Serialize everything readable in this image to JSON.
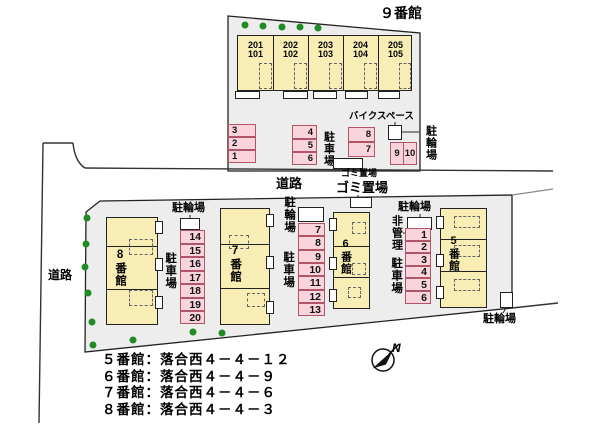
{
  "title": "９番館",
  "labels": {
    "road": "道路",
    "garbage": "ゴミ置場",
    "parking": "駐車場",
    "bicycle": "駐輪場",
    "bike_space": "バイクスペース",
    "non_managed": "非管理",
    "north": "N"
  },
  "building9": {
    "units": [
      {
        "upper": "201",
        "lower": "101"
      },
      {
        "upper": "202",
        "lower": "102"
      },
      {
        "upper": "203",
        "lower": "103"
      },
      {
        "upper": "204",
        "lower": "104"
      },
      {
        "upper": "205",
        "lower": "105"
      }
    ],
    "parking": {
      "col_left": [
        "3",
        "2",
        "1"
      ],
      "col_mid": [
        "4",
        "5",
        "6"
      ],
      "col_right": [
        "8",
        "7"
      ],
      "moto": [
        "9",
        "10"
      ]
    }
  },
  "buildings": {
    "b8": "8番館",
    "b7": "7番館",
    "b6": "6番館",
    "b5": "5番館"
  },
  "lower_parking": {
    "col_b8": [
      "14",
      "15",
      "16",
      "17",
      "18",
      "19",
      "20"
    ],
    "col_b7": [
      "7",
      "8",
      "9",
      "10",
      "11",
      "12",
      "13"
    ],
    "col_b6": [
      "1",
      "2",
      "3",
      "4",
      "5",
      "6"
    ]
  },
  "addresses": [
    "５番館：落合西４－４－１２",
    "６番館：落合西４－４－９",
    "７番館：落合西４－４－６",
    "８番館：落合西４－４－３"
  ],
  "colors": {
    "parcel_fill": "#ededed",
    "building_fill": "#f9edb6",
    "parking_fill": "#fad4dc",
    "parking_border": "#b25568",
    "tree_green": "#1f8b24"
  }
}
